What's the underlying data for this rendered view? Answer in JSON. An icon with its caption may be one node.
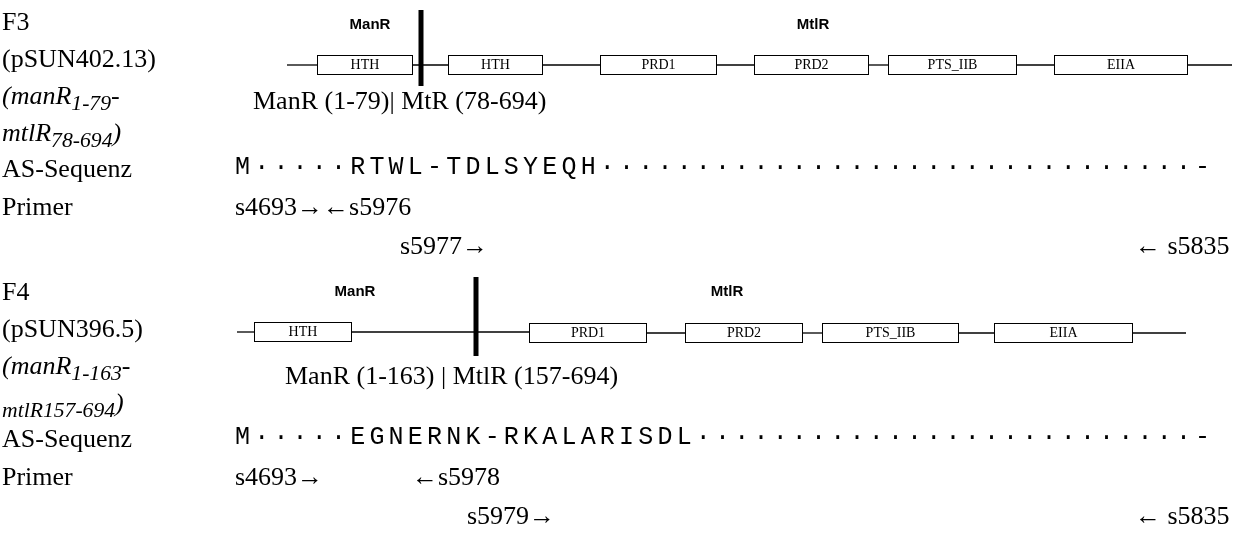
{
  "diagram": {
    "nodes": [
      {
        "text": [
          "HTH"
        ]
      },
      {
        "text": [
          "HTH"
        ]
      },
      {
        "text": [
          "PRD1"
        ]
      },
      {
        "text": [
          "PRD2"
        ]
      },
      {
        "text": [
          "PTS_IIB"
        ]
      },
      {
        "text": [
          "EIIA"
        ]
      },
      {
        "text": [
          "HTH"
        ]
      },
      {
        "text": [
          "PRD1"
        ]
      },
      {
        "text": [
          "PRD2"
        ]
      },
      {
        "text": [
          "PTS_IIB"
        ]
      },
      {
        "text": [
          "EIIA"
        ]
      }
    ],
    "edges": [
      {
        "from": 0,
        "to": 1,
        "arrow": "none"
      },
      {
        "from": 1,
        "to": 2,
        "arrow": "none"
      },
      {
        "from": 2,
        "to": 3,
        "arrow": "none"
      },
      {
        "from": 3,
        "to": 4,
        "arrow": "none"
      },
      {
        "from": 4,
        "to": 5,
        "arrow": "none"
      },
      {
        "from": 6,
        "to": 7,
        "arrow": "none"
      },
      {
        "from": 7,
        "to": 8,
        "arrow": "none"
      },
      {
        "from": 8,
        "to": 9,
        "arrow": "none"
      },
      {
        "from": 9,
        "to": 10,
        "arrow": "none"
      }
    ],
    "labels": [
      "F3",
      "(pSUN402.13)",
      "(manR$_{1-79}$-mtlR$_{78-694}$)",
      "ManR",
      "MtlR",
      "ManR (1-79)| MtR (78-694)",
      "AS-Sequenz",
      "M·····RTWL-TDLSYEQH·······························-",
      "Primer",
      "s4693→←s5976",
      "s5977→",
      "← s5835",
      "F4",
      "(pSUN396.5)",
      "(manR$_{1-163}$-$_{mtlR157-694}$)",
      "ManR",
      "MtlR",
      "ManR (1-163) | MtlR (157-694)",
      "AS-Sequenz",
      "M·····EGNERNK-RKALARISDL··························-",
      "Primer",
      "s4693→",
      "←s5978",
      "s5979→",
      "← s5835"
    ]
  }
}
